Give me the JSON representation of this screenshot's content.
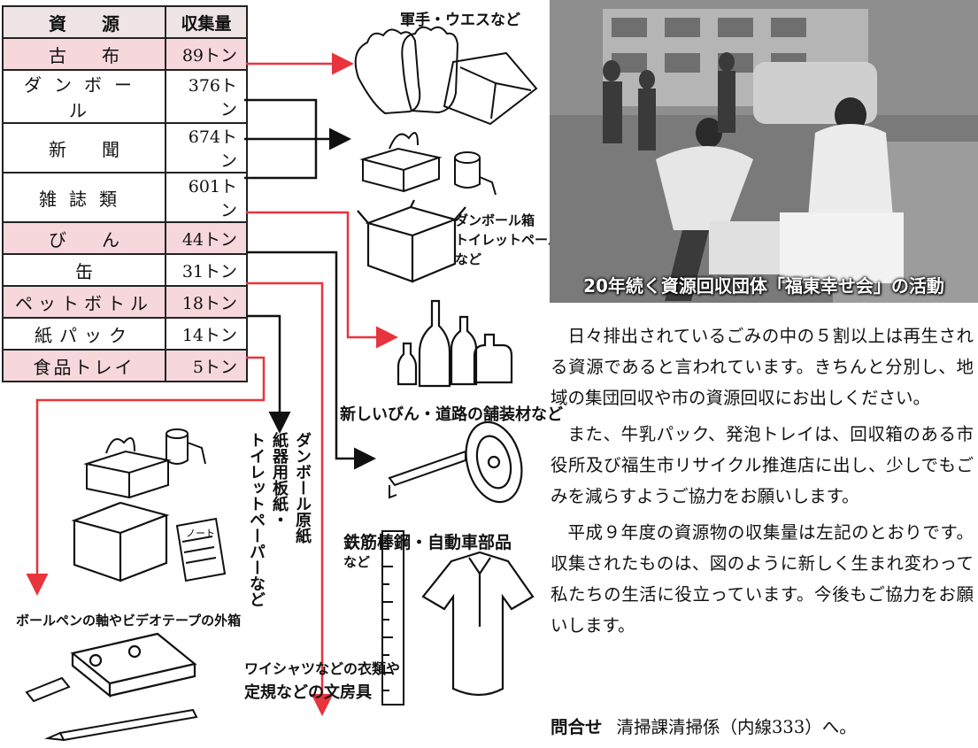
{
  "table": {
    "header": {
      "resource": "資　　源",
      "amount": "収集量"
    },
    "rows": [
      {
        "name": "古　　布",
        "amount": "89トン",
        "highlight": true
      },
      {
        "name": "ダンボール",
        "amount": "376トン",
        "highlight": false
      },
      {
        "name": "新　　聞",
        "amount": "674トン",
        "highlight": false
      },
      {
        "name": "雑誌類",
        "amount": "601トン",
        "highlight": false
      },
      {
        "name": "び　　ん",
        "amount": "44トン",
        "highlight": true
      },
      {
        "name": "缶",
        "amount": "31トン",
        "highlight": false
      },
      {
        "name": "ペットボトル",
        "amount": "18トン",
        "highlight": true
      },
      {
        "name": "紙パック",
        "amount": "14トン",
        "highlight": false
      },
      {
        "name": "食品トレイ",
        "amount": "5トン",
        "highlight": true
      }
    ]
  },
  "labels": {
    "gloves": "軍手・ウエスなど",
    "cardboard_top": "ダンボール箱",
    "cardboard_mid": "トイレットペーパー",
    "cardboard_end": "など",
    "bottles": "新しいびん・道路の舗装材など",
    "steel_1": "鉄筋棒鋼・自動車部品",
    "steel_2": "など",
    "paper_col1": "ダンボール原紙",
    "paper_col2": "紙器用板紙・",
    "paper_col3": "トイレットペーパーなど",
    "pen_box": "ボールペンの軸やビデオテープの外箱",
    "clothes_1": "ワイシャツなどの衣類や",
    "clothes_2": "定規などの文房具",
    "note_label": "ノート"
  },
  "photo_caption": "20年続く資源回収団体「福東幸せ会」の活動",
  "paragraphs": [
    "日々排出されているごみの中の５割以上は再生される資源であると言われています。きちんと分別し、地域の集団回収や市の資源回収にお出しください。",
    "また、牛乳パック、発泡トレイは、回収箱のある市役所及び福生市リサイクル推進店に出し、少しでもごみを減らすようご協力をお願いします。",
    "平成９年度の資源物の収集量は左記のとおりです。収集されたものは、図のように新しく生まれ変わって私たちの生活に役立っています。今後もご協力をお願いします。"
  ],
  "inquiry": {
    "label": "問合せ",
    "text": "清掃課清掃係（内線333）へ。"
  },
  "colors": {
    "arrow_red": "#e8343c",
    "arrow_black": "#111111",
    "highlight": "#f6d7dc"
  }
}
